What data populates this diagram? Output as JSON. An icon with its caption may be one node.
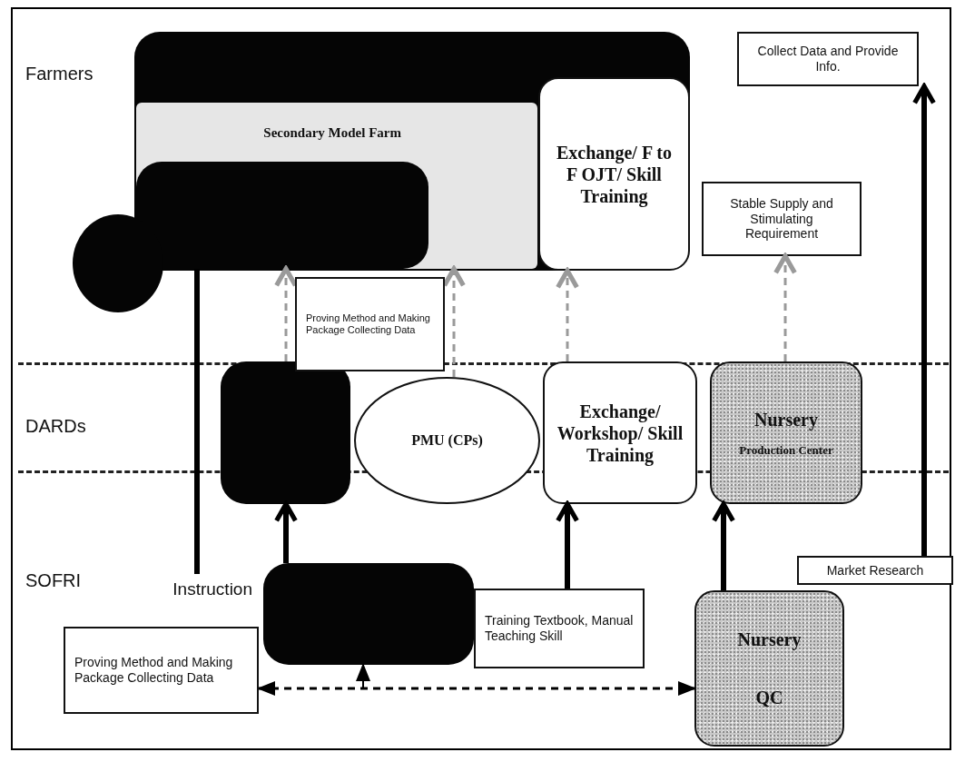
{
  "diagram": {
    "nodes": [
      {
        "text": [],
        "shape": "box"
      },
      {
        "text": [
          "Secondary Model Farm"
        ],
        "in": 0
      },
      {
        "text": [],
        "shape": "box",
        "in": 1
      },
      {
        "text": [],
        "shape": "circle"
      },
      {
        "text": [
          "Exchange/ F to F OJT/ Skill Training"
        ],
        "in": 0
      },
      {
        "text": [
          "Collect Data and Provide Info."
        ]
      },
      {
        "text": [
          "Stable Supply and Stimulating Requirement"
        ]
      },
      {
        "text": [
          "Proving Method and Making Package Collecting Data"
        ]
      },
      {
        "text": [],
        "shape": "box"
      },
      {
        "text": [
          "PMU (CPs)"
        ]
      },
      {
        "text": [
          "Exchange/ Workshop/ Skill Training"
        ]
      },
      {
        "text": [
          "Nursery",
          "Production Center"
        ]
      },
      {
        "text": [
          "Market Research"
        ]
      },
      {
        "text": [],
        "shape": "box"
      },
      {
        "text": [
          "Training Textbook, Manual Teaching Skill"
        ]
      },
      {
        "text": [
          "Instruction"
        ]
      },
      {
        "text": [
          "Proving Method and Making Package Collecting Data"
        ]
      },
      {
        "text": [
          "Nursery",
          "QC"
        ]
      }
    ],
    "edges": [
      {
        "from": 8,
        "to": 2,
        "arrow": "to",
        "style": "dashed",
        "color": "#9a9a9a"
      },
      {
        "from": 9,
        "to": 1,
        "arrow": "to",
        "style": "dashed",
        "color": "#9a9a9a"
      },
      {
        "from": 10,
        "to": 4,
        "arrow": "to",
        "style": "dashed",
        "color": "#9a9a9a"
      },
      {
        "from": 11,
        "to": 6,
        "arrow": "to",
        "style": "dashed",
        "color": "#9a9a9a"
      },
      {
        "from": 13,
        "to": 8,
        "arrow": "to",
        "style": "thick"
      },
      {
        "from": 14,
        "to": 10,
        "arrow": "to",
        "style": "thick"
      },
      {
        "from": 17,
        "to": 11,
        "arrow": "to",
        "style": "thick"
      },
      {
        "from": 12,
        "to": 5,
        "arrow": "to",
        "style": "thick"
      },
      {
        "from": 15,
        "to": 2,
        "arrow": "none",
        "style": "thick"
      },
      {
        "from": 16,
        "to": 17,
        "arrow": "both",
        "style": "dashed"
      },
      {
        "from": null,
        "to": 13,
        "arrow": "to"
      }
    ],
    "labels": [
      "Farmers",
      "DARDs",
      "SOFRI"
    ]
  }
}
